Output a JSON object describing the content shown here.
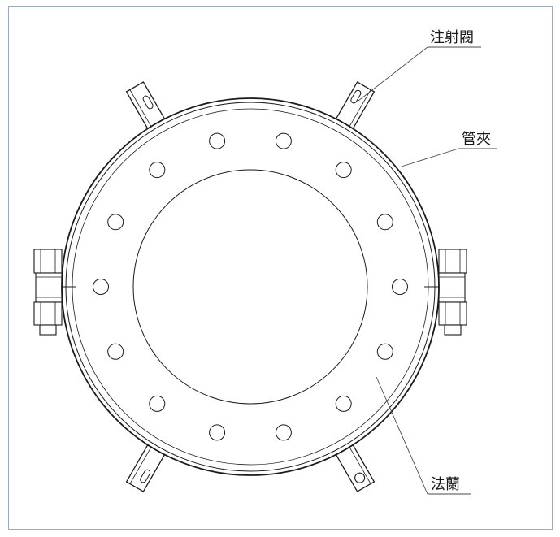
{
  "labels": {
    "injection_valve": "注射閥",
    "pipe_clamp": "管夾",
    "flange": "法蘭"
  },
  "colors": {
    "line": "#1a1a1a",
    "frame": "#9aabbd",
    "leader": "#4a4a4a",
    "background": "#ffffff"
  }
}
